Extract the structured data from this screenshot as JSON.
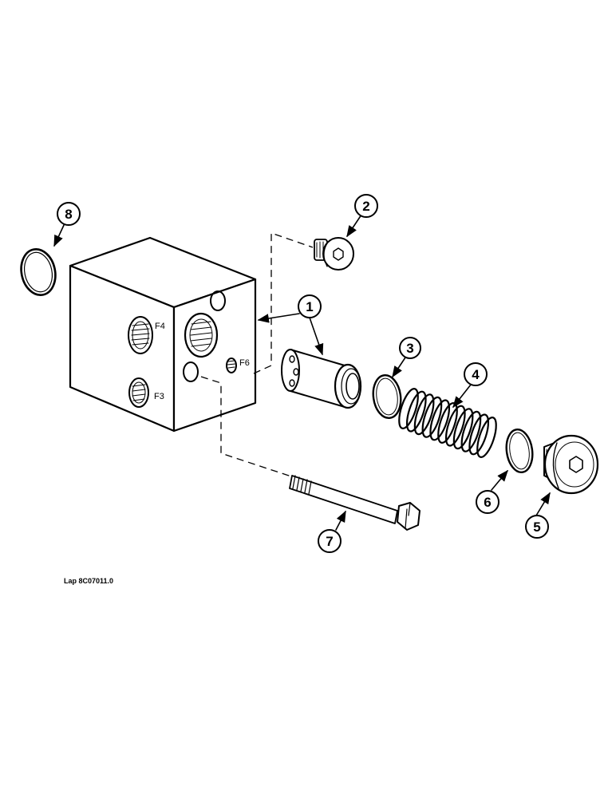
{
  "diagram": {
    "reference": "Lap 8C07011.0",
    "ports": [
      "F4",
      "F6",
      "F3"
    ],
    "callouts": [
      "1",
      "2",
      "3",
      "4",
      "5",
      "6",
      "7",
      "8"
    ]
  },
  "parts": [
    {
      "name": "valve-cartridge-sleeve",
      "callout": "1"
    },
    {
      "name": "small-hex-socket-plug",
      "callout": "2"
    },
    {
      "name": "sleeve-o-ring",
      "callout": "3"
    },
    {
      "name": "coil-spring",
      "callout": "4"
    },
    {
      "name": "hex-socket-end-plug",
      "callout": "5"
    },
    {
      "name": "plug-o-ring",
      "callout": "6"
    },
    {
      "name": "hex-head-bolt",
      "callout": "7"
    },
    {
      "name": "block-o-ring",
      "callout": "8"
    }
  ]
}
